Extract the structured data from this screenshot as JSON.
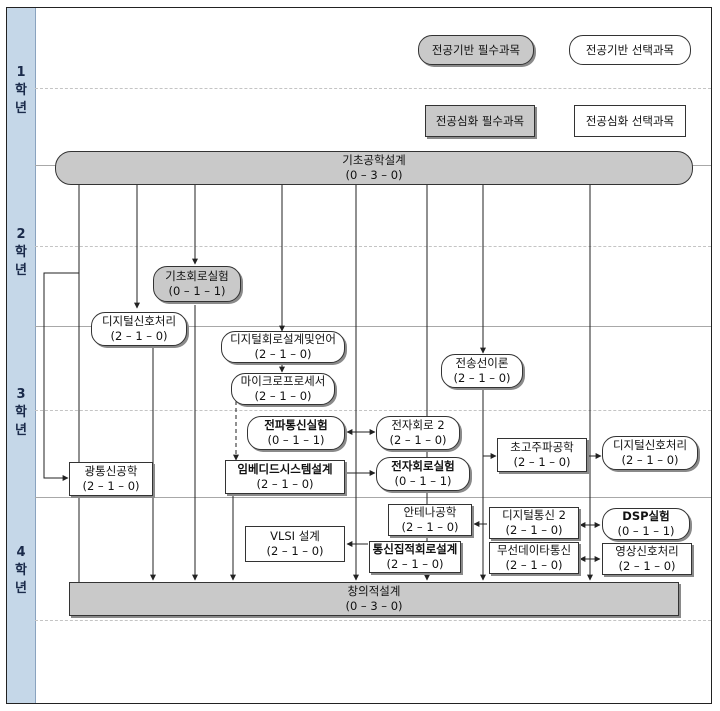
{
  "years": [
    {
      "num": "1",
      "c1": "학",
      "c2": "년"
    },
    {
      "num": "2",
      "c1": "학",
      "c2": "년"
    },
    {
      "num": "3",
      "c1": "학",
      "c2": "년"
    },
    {
      "num": "4",
      "c1": "학",
      "c2": "년"
    }
  ],
  "legend": {
    "base_required": "전공기반 필수과목",
    "base_elective": "전공기반 선택과목",
    "adv_required": "전공심화 필수과목",
    "adv_elective": "전공심화 선택과목"
  },
  "courses": {
    "basic_design": {
      "name": "기초공학설계",
      "credits": "(0 – 3 – 0)"
    },
    "basic_circuit_lab": {
      "name": "기초회로실험",
      "credits": "(0 – 1 – 1)"
    },
    "digital_signal_1": {
      "name": "디지털신호처리",
      "credits": "(2 – 1 – 0)"
    },
    "digital_circuit_lang": {
      "name": "디지털회로설계및언어",
      "credits": "(2 – 1 – 0)"
    },
    "microprocessor": {
      "name": "마이크로프로세서",
      "credits": "(2 – 1 – 0)"
    },
    "transmission_line": {
      "name": "전송선이론",
      "credits": "(2 – 1 – 0)"
    },
    "rf_comm_lab": {
      "name": "전파통신실험",
      "credits": "(0 – 1 – 1)"
    },
    "electronic_circuit_2": {
      "name": "전자회로 2",
      "credits": "(2 – 1 – 0)"
    },
    "microwave": {
      "name": "초고주파공학",
      "credits": "(2 – 1 – 0)"
    },
    "digital_signal_2": {
      "name": "디지털신호처리",
      "credits": "(2 – 1 – 0)"
    },
    "optical_comm": {
      "name": "광통신공학",
      "credits": "(2 – 1 – 0)"
    },
    "embedded": {
      "name": "임베디드시스템설계",
      "credits": "(2 – 1 – 0)"
    },
    "electronic_circuit_lab": {
      "name": "전자회로실험",
      "credits": "(0 – 1 – 1)"
    },
    "antenna": {
      "name": "안테나공학",
      "credits": "(2 – 1 – 0)"
    },
    "digital_comm_2": {
      "name": "디지털통신 2",
      "credits": "(2 – 1 – 0)"
    },
    "dsp_lab": {
      "name": "DSP실험",
      "credits": "(0 – 1 – 1)"
    },
    "vlsi": {
      "name": "VLSI 설계",
      "credits": "(2 – 1 – 0)"
    },
    "comm_ic": {
      "name": "통신집적회로설계",
      "credits": "(2 – 1 – 0)"
    },
    "wireless_data": {
      "name": "무선데이타통신",
      "credits": "(2 – 1 – 0)"
    },
    "image_signal": {
      "name": "영상신호처리",
      "credits": "(2 – 1 – 0)"
    },
    "creative_design": {
      "name": "창의적설계",
      "credits": "(0 – 3 – 0)"
    }
  }
}
